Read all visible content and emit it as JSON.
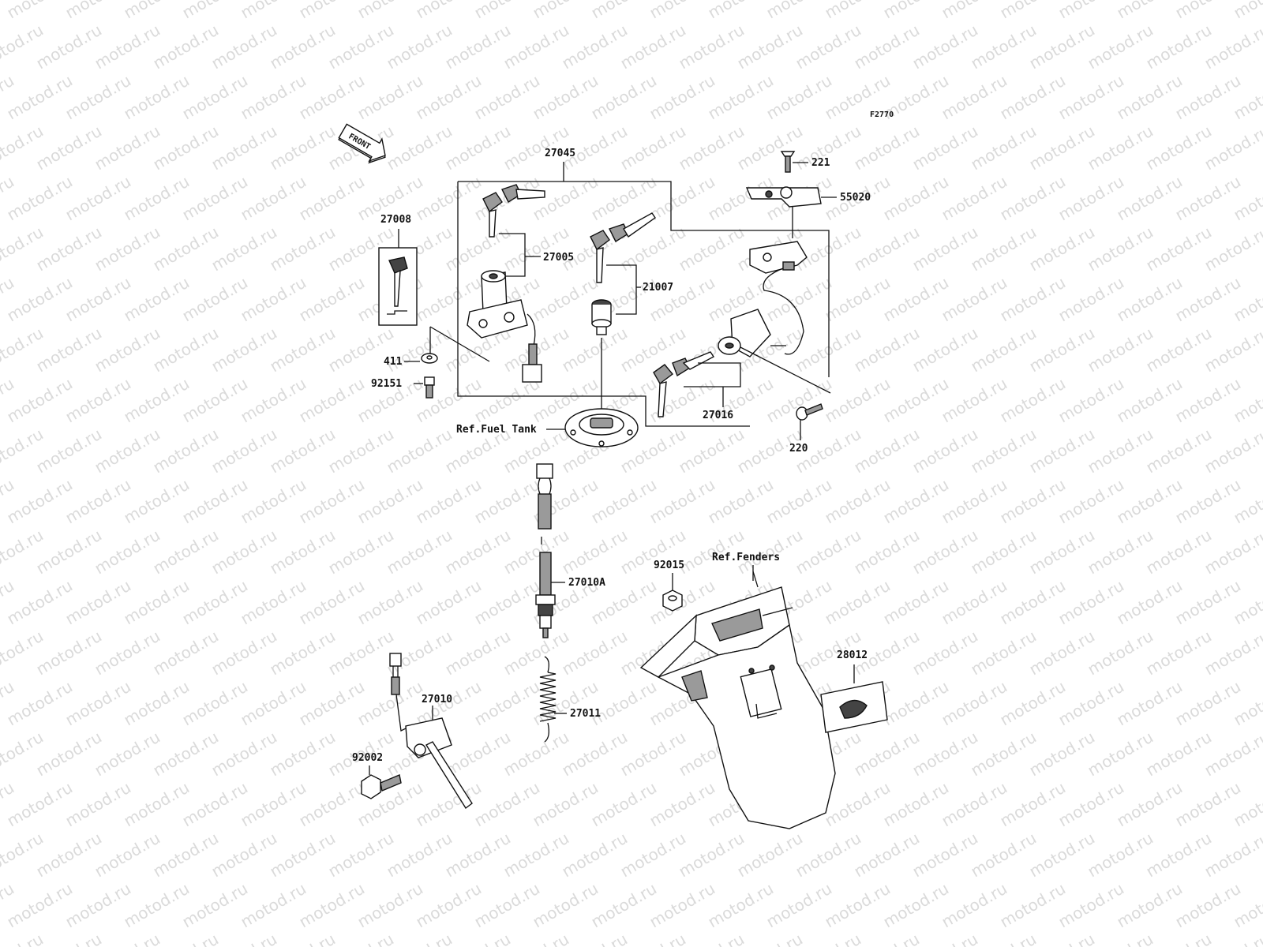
{
  "diagram_code": "F2770",
  "front_arrow": {
    "label": "FRONT",
    "icon": "front-direction-arrow-icon"
  },
  "watermark": {
    "text": "motod.ru",
    "color": "#bdbdbd"
  },
  "parts": {
    "p27045": "27045",
    "p27008": "27008",
    "p27005": "27005",
    "p21007": "21007",
    "p411": "411",
    "p92151": "92151",
    "p221": "221",
    "p55020": "55020",
    "p27016": "27016",
    "p220": "220",
    "p27010A": "27010A",
    "p27011": "27011",
    "p27010": "27010",
    "p92002": "92002",
    "p92015": "92015",
    "p28012": "28012"
  },
  "refs": {
    "fuel_tank": "Ref.Fuel Tank",
    "fenders": "Ref.Fenders"
  }
}
